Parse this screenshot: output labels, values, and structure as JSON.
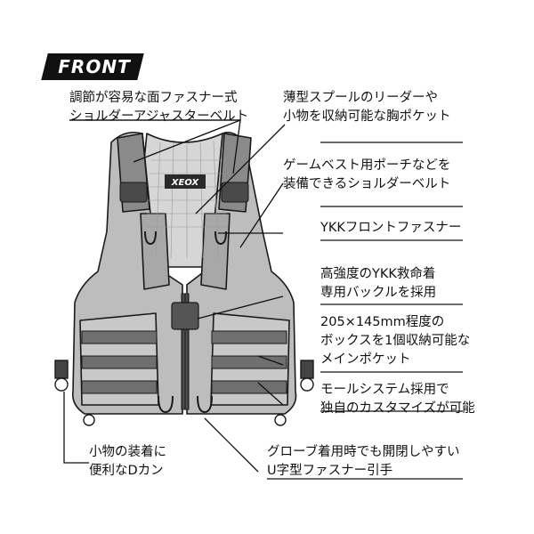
{
  "badge": "FRONT",
  "callouts": [
    {
      "lines": [
        "調節が容易な面ファスナー式",
        "ショルダーアジャスターベルト"
      ]
    },
    {
      "lines": [
        "薄型スプールのリーダーや",
        "小物を収納可能な胸ポケット"
      ]
    },
    {
      "lines": [
        "ゲームベスト用ポーチなどを",
        "装備できるショルダーベルト"
      ]
    },
    {
      "lines": [
        "YKKフロントファスナー"
      ]
    },
    {
      "lines": [
        "高強度のYKK救命着",
        "専用バックルを採用"
      ]
    },
    {
      "lines": [
        "205×145mm程度の",
        "ボックスを1個収納可能な",
        "メインポケット"
      ]
    },
    {
      "lines": [
        "モールシステム採用で",
        "独自のカスタマイズが可能"
      ]
    },
    {
      "lines": [
        "小物の装着に",
        "便利なDカン"
      ]
    },
    {
      "lines": [
        "グローブ着用時でも開閉しやすい",
        "U字型ファスナー引手"
      ]
    }
  ],
  "logo": "XEOX",
  "colors": {
    "vest_body": "#bfbfbf",
    "vest_dark": "#7a7a7a",
    "mesh": "#d9d9d9",
    "outline": "#1a1a1a",
    "badge_bg": "#111111"
  }
}
